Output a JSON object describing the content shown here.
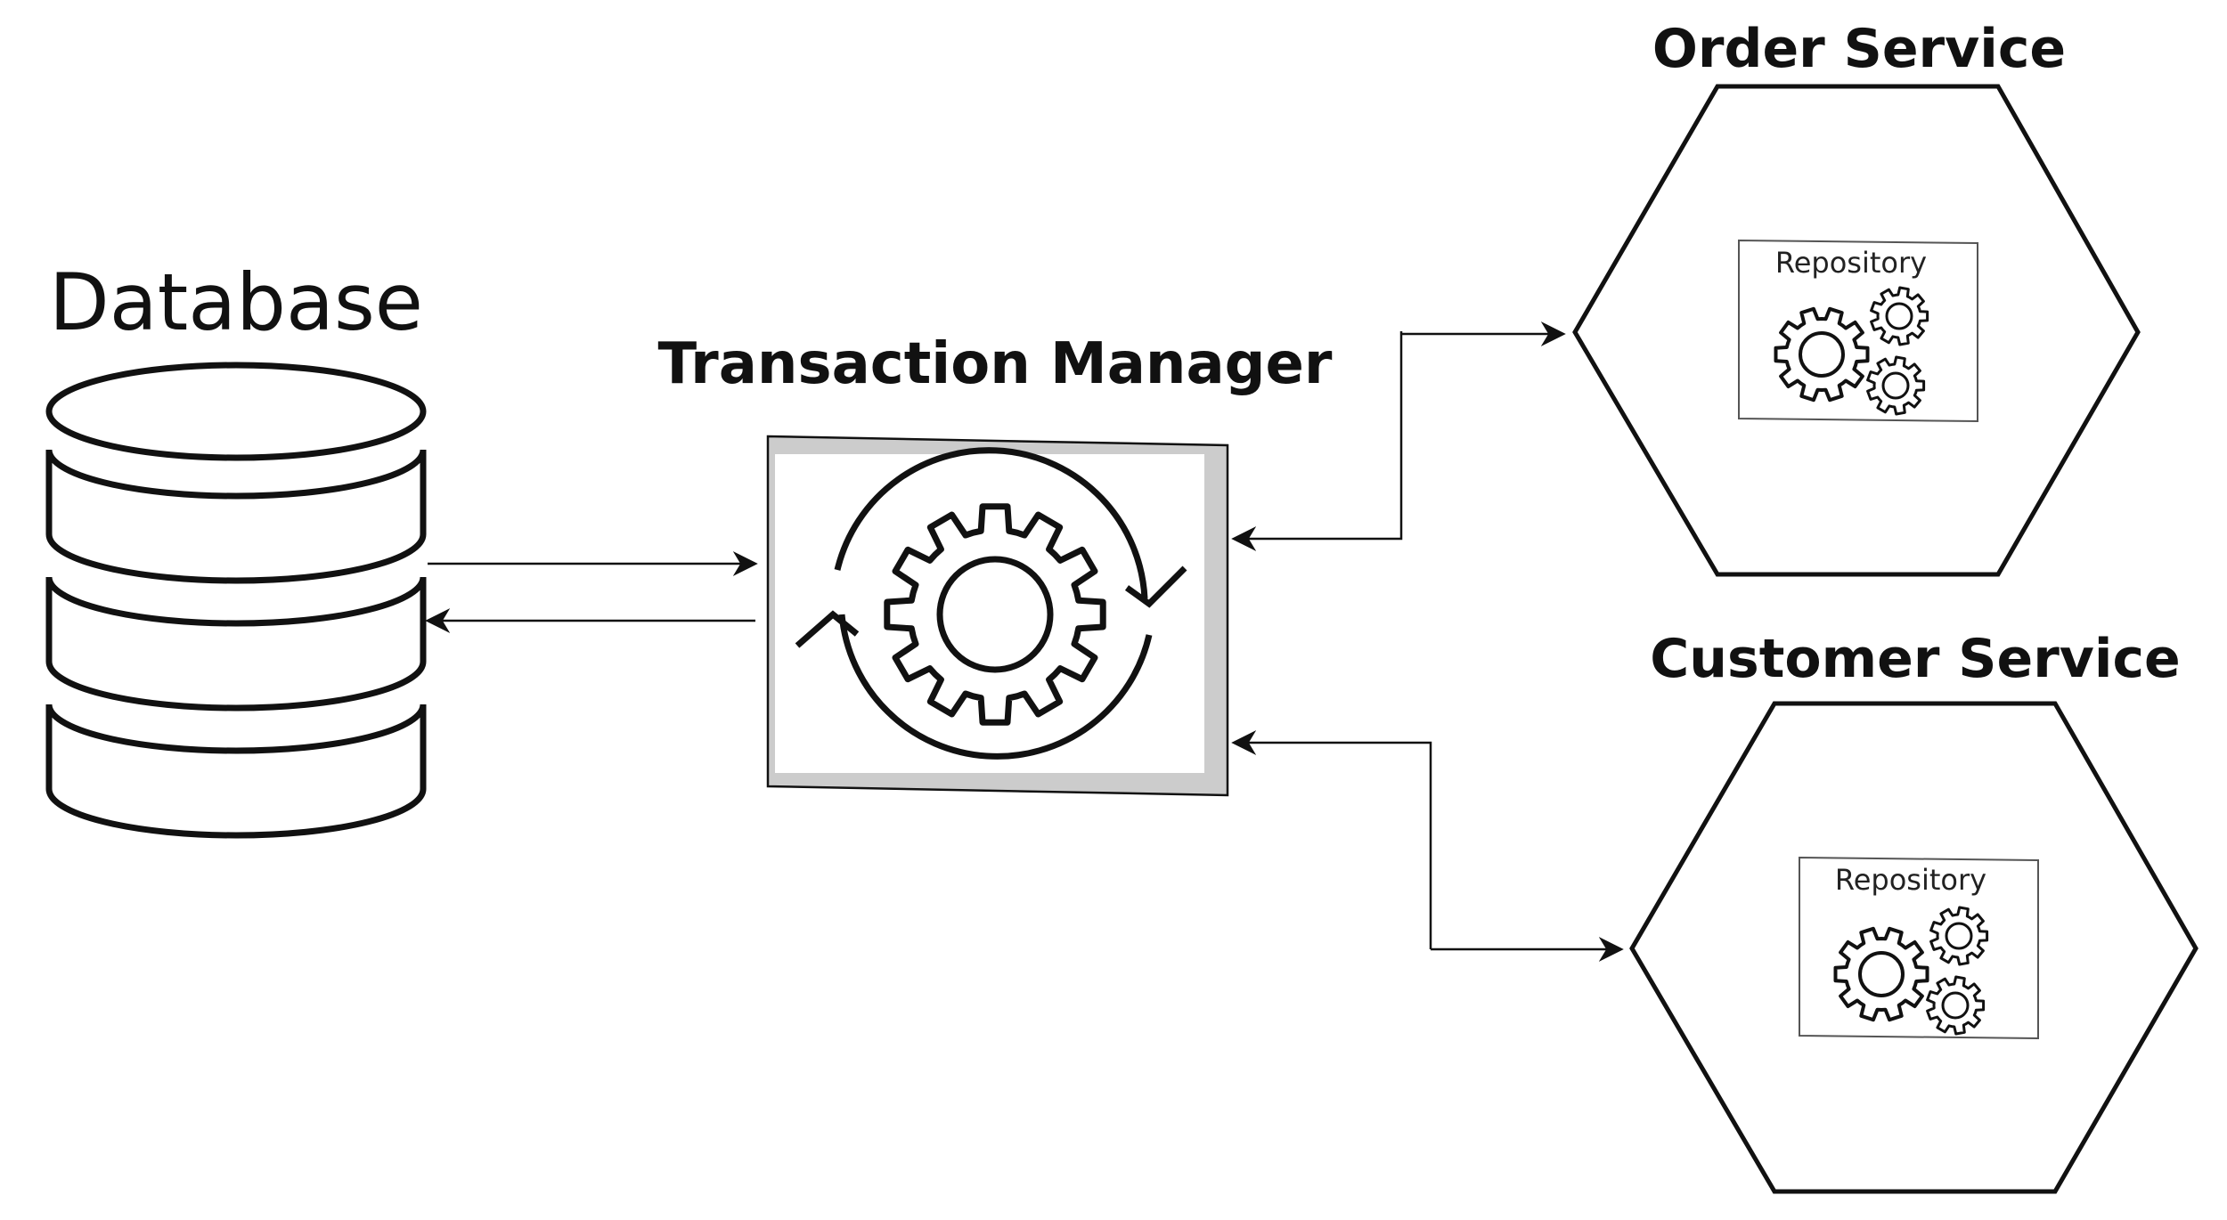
{
  "nodes": {
    "database": {
      "label": "Database"
    },
    "transaction_manager": {
      "label": "Transaction Manager"
    },
    "order_service": {
      "label": "Order Service",
      "inner_label": "Repository"
    },
    "customer_service": {
      "label": "Customer Service",
      "inner_label": "Repository"
    }
  },
  "edges": [
    {
      "from": "database",
      "to": "transaction_manager"
    },
    {
      "from": "transaction_manager",
      "to": "database"
    },
    {
      "from": "transaction_manager",
      "to": "order_service"
    },
    {
      "from": "order_service",
      "to": "transaction_manager"
    },
    {
      "from": "customer_service",
      "to": "transaction_manager"
    },
    {
      "from": "transaction_manager",
      "to": "customer_service"
    }
  ],
  "icons": {
    "database": "database-cylinder-icon",
    "transaction_manager": "gear-sync-icon",
    "repository": "gears-icon"
  }
}
